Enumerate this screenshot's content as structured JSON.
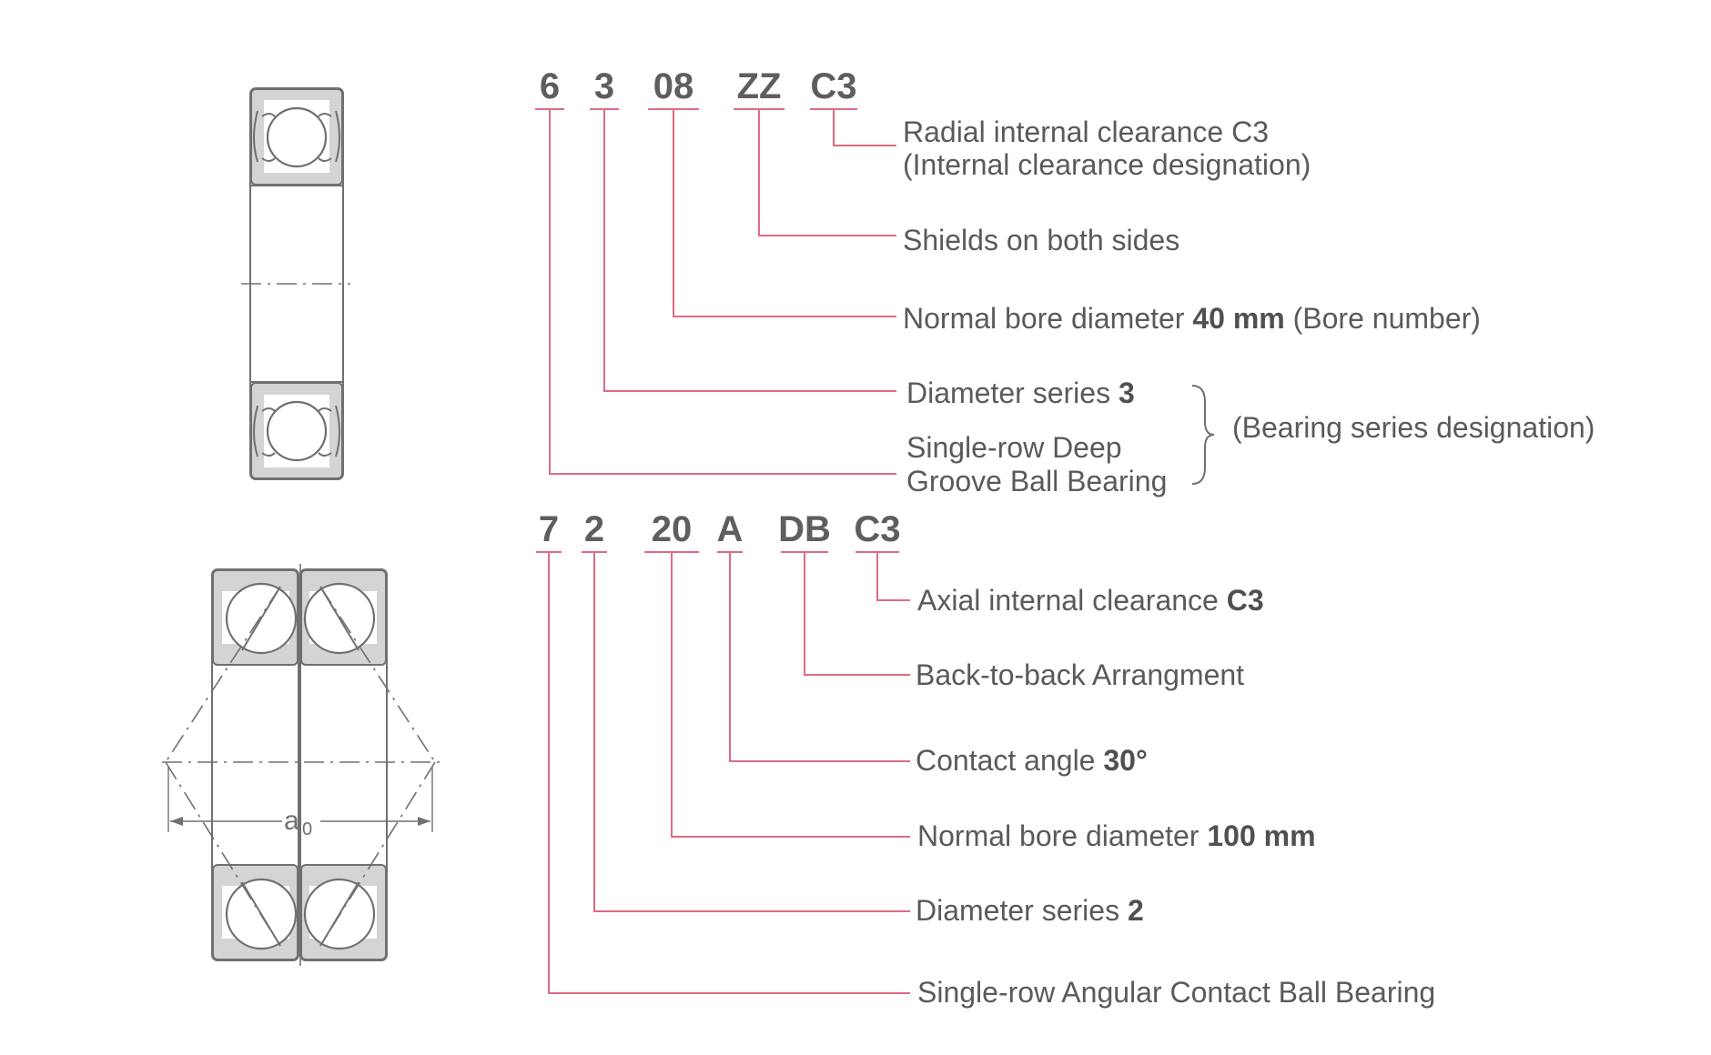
{
  "bearing1": {
    "codes": [
      {
        "text": "6"
      },
      {
        "text": "3"
      },
      {
        "text": "08"
      },
      {
        "text": "ZZ"
      },
      {
        "text": "C3"
      }
    ],
    "labels": {
      "clearance_line1": "Radial internal clearance C3",
      "clearance_line2": "(Internal clearance designation)",
      "shields": "Shields on both sides",
      "bore_prefix": "Normal bore diameter ",
      "bore_value": "40 mm",
      "bore_suffix": " (Bore number)",
      "diameter_prefix": "Diameter series ",
      "diameter_value": "3",
      "type_line1": "Single-row Deep",
      "type_line2": "Groove Ball Bearing",
      "series_designation": "(Bearing series designation)"
    }
  },
  "bearing2": {
    "codes": [
      {
        "text": "7"
      },
      {
        "text": "2"
      },
      {
        "text": "20"
      },
      {
        "text": "A"
      },
      {
        "text": "DB"
      },
      {
        "text": "C3"
      }
    ],
    "labels": {
      "clearance_prefix": "Axial internal clearance ",
      "clearance_value": "C3",
      "arrangement": "Back-to-back Arrangment",
      "angle_prefix": "Contact angle ",
      "angle_value": "30°",
      "bore_prefix": "Normal bore diameter ",
      "bore_value": "100 mm",
      "diameter_prefix": "Diameter series ",
      "diameter_value": "2",
      "type": "Single-row Angular Contact Ball Bearing"
    },
    "dimension_label": "a",
    "dimension_subscript": "0"
  },
  "colors": {
    "leader": "#e06a85",
    "text": "#5a5a5a",
    "outline": "#707070",
    "ring_fill": "#d4d4d4"
  }
}
